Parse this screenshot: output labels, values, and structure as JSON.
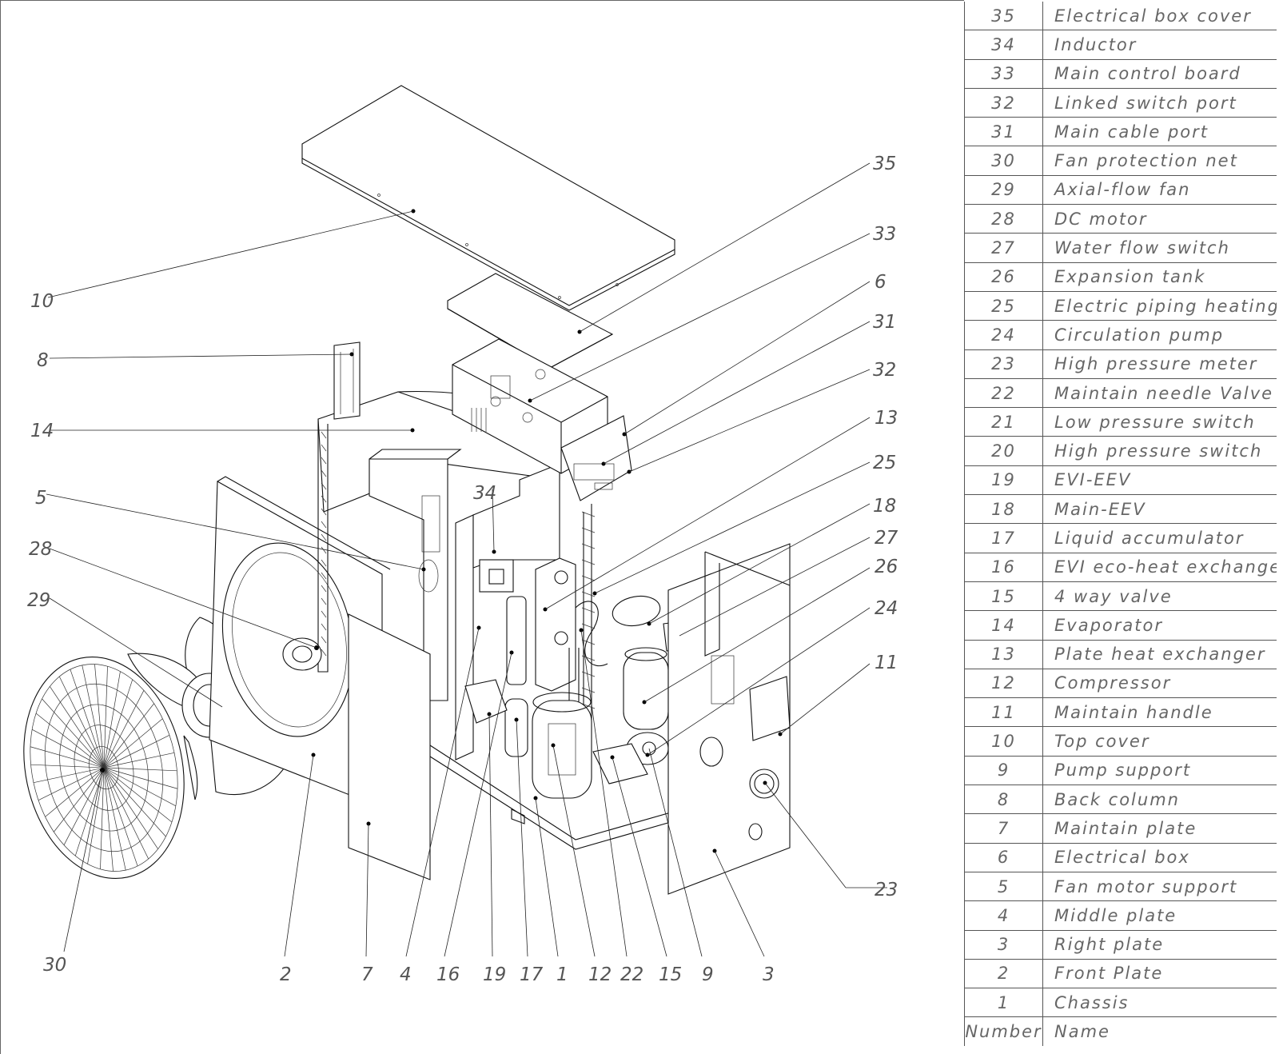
{
  "table": {
    "header": {
      "number": "Number",
      "name": "Name"
    },
    "rows": [
      {
        "number": "35",
        "name": "Electrical box cover"
      },
      {
        "number": "34",
        "name": "Inductor"
      },
      {
        "number": "33",
        "name": "Main control board"
      },
      {
        "number": "32",
        "name": "Linked switch port"
      },
      {
        "number": "31",
        "name": "Main cable port"
      },
      {
        "number": "30",
        "name": "Fan protection net"
      },
      {
        "number": "29",
        "name": "Axial-flow fan"
      },
      {
        "number": "28",
        "name": "DC motor"
      },
      {
        "number": "27",
        "name": "Water flow switch"
      },
      {
        "number": "26",
        "name": "Expansion tank"
      },
      {
        "number": "25",
        "name": "Electric piping heating"
      },
      {
        "number": "24",
        "name": "Circulation pump"
      },
      {
        "number": "23",
        "name": "High pressure meter"
      },
      {
        "number": "22",
        "name": "Maintain needle Valve"
      },
      {
        "number": "21",
        "name": "Low pressure switch"
      },
      {
        "number": "20",
        "name": "High pressure switch"
      },
      {
        "number": "19",
        "name": "EVI-EEV"
      },
      {
        "number": "18",
        "name": "Main-EEV"
      },
      {
        "number": "17",
        "name": "Liquid accumulator"
      },
      {
        "number": "16",
        "name": "EVI eco-heat exchanger"
      },
      {
        "number": "15",
        "name": "4 way valve"
      },
      {
        "number": "14",
        "name": "Evaporator"
      },
      {
        "number": "13",
        "name": "Plate heat exchanger"
      },
      {
        "number": "12",
        "name": "Compressor"
      },
      {
        "number": "11",
        "name": "Maintain handle"
      },
      {
        "number": "10",
        "name": "Top cover"
      },
      {
        "number": "9",
        "name": "Pump support"
      },
      {
        "number": "8",
        "name": "Back column"
      },
      {
        "number": "7",
        "name": "Maintain plate"
      },
      {
        "number": "6",
        "name": "Electrical box"
      },
      {
        "number": "5",
        "name": "Fan motor support"
      },
      {
        "number": "4",
        "name": "Middle plate"
      },
      {
        "number": "3",
        "name": "Right plate"
      },
      {
        "number": "2",
        "name": "Front Plate"
      },
      {
        "number": "1",
        "name": "Chassis"
      }
    ]
  },
  "callouts": {
    "c10": "10",
    "c8": "8",
    "c14": "14",
    "c5": "5",
    "c28": "28",
    "c29": "29",
    "c30": "30",
    "c35": "35",
    "c33": "33",
    "c6": "6",
    "c31": "31",
    "c32": "32",
    "c13": "13",
    "c25": "25",
    "c18": "18",
    "c27": "27",
    "c26": "26",
    "c24": "24",
    "c11": "11",
    "c23": "23",
    "c34": "34",
    "b2": "2",
    "b7": "7",
    "b4": "4",
    "b16": "16",
    "b19": "19",
    "b17": "17",
    "b1": "1",
    "b12": "12",
    "b22": "22",
    "b15": "15",
    "b9": "9",
    "b3": "3"
  }
}
